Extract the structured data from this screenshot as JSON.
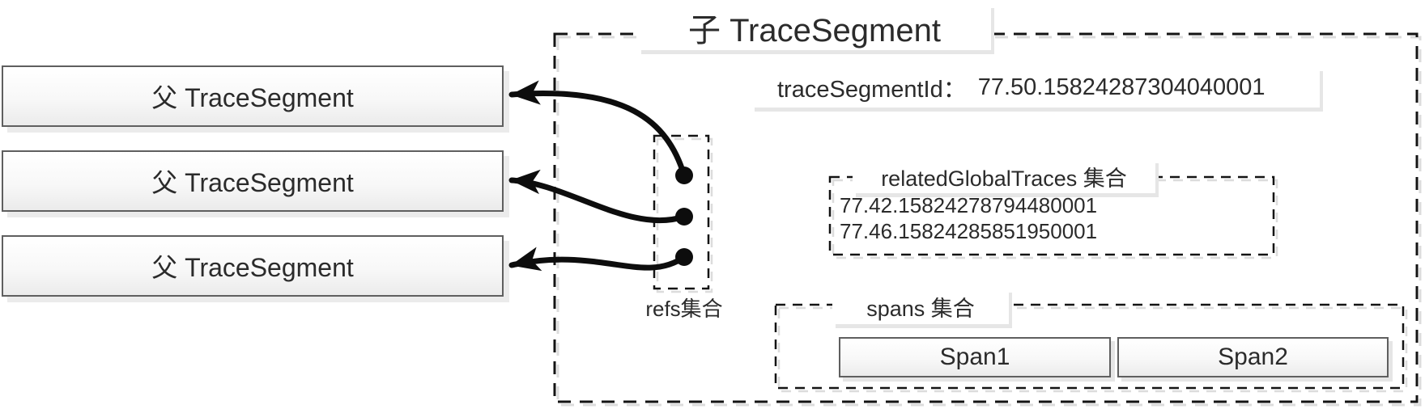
{
  "diagram": {
    "parents": [
      {
        "label": "父 TraceSegment"
      },
      {
        "label": "父 TraceSegment"
      },
      {
        "label": "父 TraceSegment"
      }
    ],
    "child": {
      "title": "子 TraceSegment",
      "trace_segment_id": {
        "label": "traceSegmentId：",
        "value": "77.50.15824287304040001"
      },
      "related_global_traces": {
        "title": "relatedGlobalTraces 集合",
        "values": [
          "77.42.15824278794480001",
          "77.46.15824285851950001"
        ]
      },
      "spans": {
        "title": "spans 集合",
        "items": [
          {
            "label": "Span1"
          },
          {
            "label": "Span2"
          }
        ]
      },
      "refs": {
        "label": "refs集合",
        "count": 3
      }
    },
    "colors": {
      "text": "#2b2b2b",
      "arrow": "#0d0d0d",
      "dash": "#141414",
      "dash_shadow": "#dcdcdc",
      "box_border": "#5f5f5f",
      "band_shadow": "#e6e6e6"
    }
  }
}
